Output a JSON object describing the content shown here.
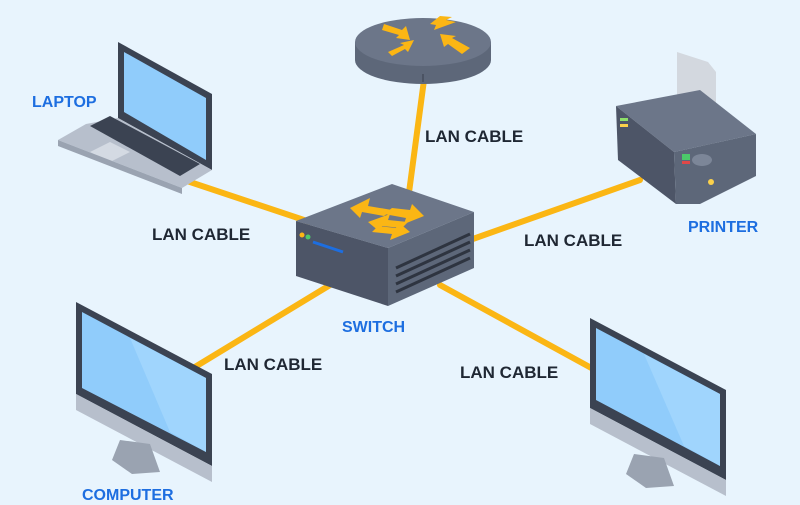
{
  "colors": {
    "background": "#e8f4fd",
    "cable": "#fbb614",
    "device_label": "#1d6ee0",
    "cable_label": "#1f2733",
    "device_body": "#5d6779",
    "screen": "#90ccfb"
  },
  "devices": {
    "router": {
      "label": "",
      "icon": "router-icon"
    },
    "switch": {
      "label": "SWITCH",
      "icon": "switch-icon"
    },
    "laptop": {
      "label": "LAPTOP",
      "icon": "laptop-icon"
    },
    "printer": {
      "label": "PRINTER",
      "icon": "printer-icon"
    },
    "computer_left": {
      "label": "COMPUTER",
      "icon": "monitor-icon"
    },
    "computer_right": {
      "label": "",
      "icon": "monitor-icon"
    }
  },
  "cables": [
    {
      "from": "switch",
      "to": "router",
      "label": "LAN CABLE"
    },
    {
      "from": "switch",
      "to": "laptop",
      "label": "LAN CABLE"
    },
    {
      "from": "switch",
      "to": "printer",
      "label": "LAN CABLE"
    },
    {
      "from": "switch",
      "to": "computer_left",
      "label": "LAN CABLE"
    },
    {
      "from": "switch",
      "to": "computer_right",
      "label": "LAN CABLE"
    }
  ]
}
